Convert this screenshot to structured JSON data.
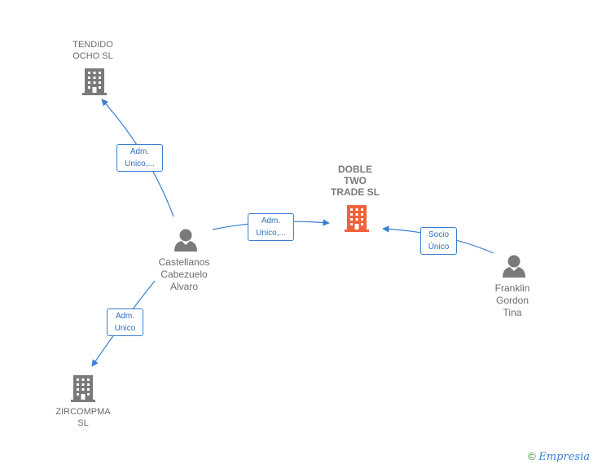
{
  "nodes": {
    "tendido": {
      "lines": [
        "TENDIDO",
        "OCHO  SL"
      ]
    },
    "doble": {
      "lines": [
        "DOBLE",
        "TWO",
        "TRADE  SL"
      ]
    },
    "zircompma": {
      "lines": [
        "ZIRCOMPMA",
        "SL"
      ]
    },
    "castellanos": {
      "lines": [
        "Castellanos",
        "Cabezuelo",
        "Alvaro"
      ]
    },
    "franklin": {
      "lines": [
        "Franklin",
        "Gordon",
        "Tina"
      ]
    }
  },
  "edges": {
    "to_tendido": {
      "lines": [
        "Adm.",
        "Unico,..."
      ]
    },
    "to_doble": {
      "lines": [
        "Adm.",
        "Unico,..."
      ]
    },
    "to_zircompma": {
      "lines": [
        "Adm.",
        "Unico"
      ]
    },
    "franklin_to_doble": {
      "lines": [
        "Socio",
        "Único"
      ]
    }
  },
  "colors": {
    "company": "#7a7a7a",
    "main_company": "#f0623a",
    "person": "#7a7a7a",
    "edge": "#3a7fd0"
  },
  "footer": {
    "copyright": "©",
    "brand": "Empresia"
  }
}
